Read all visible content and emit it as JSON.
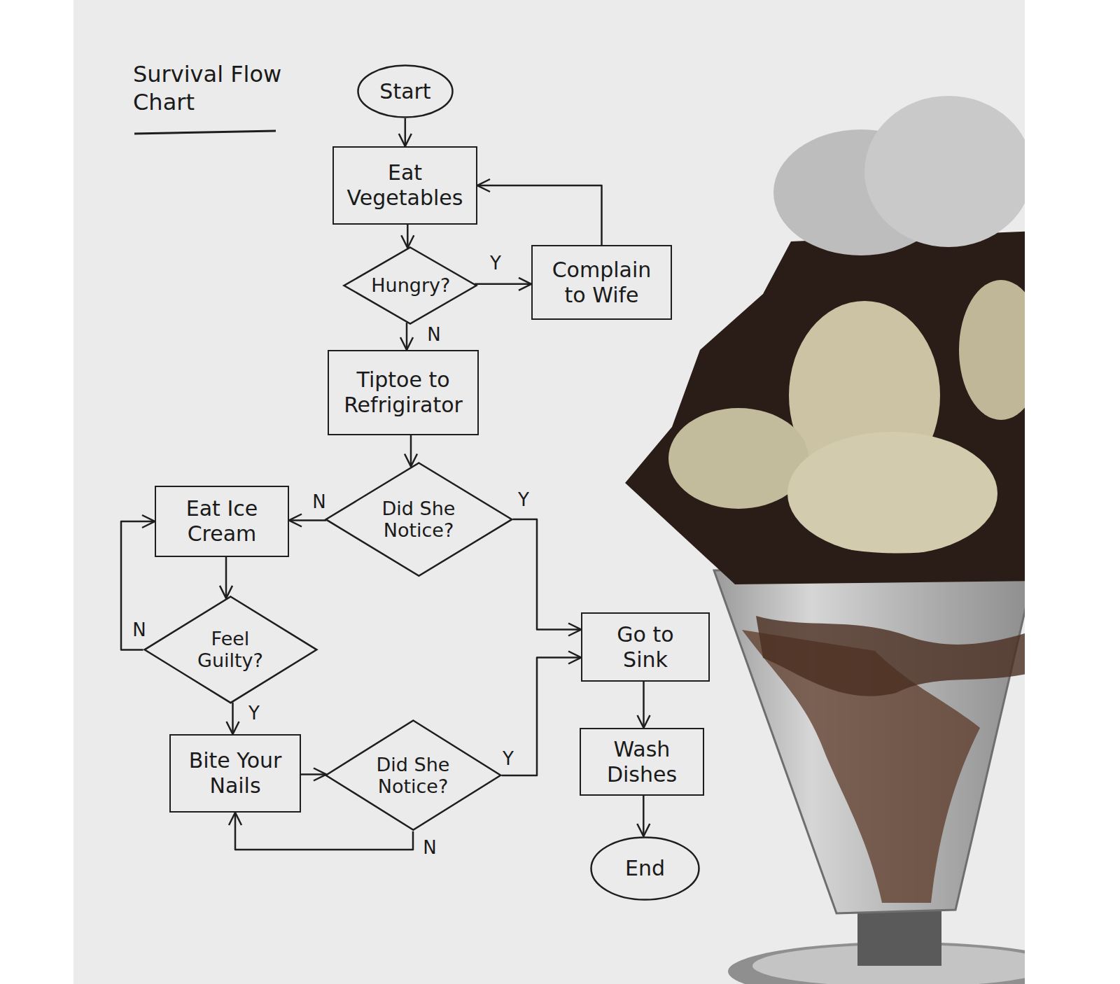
{
  "diagram": {
    "title": "Survival Flow Chart",
    "nodes": [
      {
        "text": [
          "Start"
        ]
      },
      {
        "text": [
          "Eat Vegetables"
        ]
      },
      {
        "text": [
          "Hungry?"
        ]
      },
      {
        "text": [
          "Complain to Wife"
        ]
      },
      {
        "text": [
          "Tiptoe to Refrigirator"
        ]
      },
      {
        "text": [
          "Eat Ice Cream"
        ]
      },
      {
        "text": [
          "Did She Notice?"
        ]
      },
      {
        "text": [
          "Feel Guilty?"
        ]
      },
      {
        "text": [
          "Go to Sink"
        ]
      },
      {
        "text": [
          "Bite Your Nails"
        ]
      },
      {
        "text": [
          "Did She Notice?"
        ]
      },
      {
        "text": [
          "Wash Dishes"
        ]
      },
      {
        "text": [
          "End"
        ]
      }
    ],
    "edges": [
      {
        "from": 0,
        "to": 1,
        "arrow": "to"
      },
      {
        "from": 1,
        "to": 2,
        "arrow": "to"
      },
      {
        "from": 2,
        "to": 3,
        "label": "Y",
        "arrow": "to"
      },
      {
        "from": 3,
        "to": 1,
        "arrow": "to"
      },
      {
        "from": 2,
        "to": 4,
        "label": "N",
        "arrow": "to"
      },
      {
        "from": 4,
        "to": 6,
        "arrow": "to"
      },
      {
        "from": 6,
        "to": 5,
        "label": "N",
        "arrow": "to"
      },
      {
        "from": 6,
        "to": 8,
        "label": "Y",
        "arrow": "to"
      },
      {
        "from": 5,
        "to": 7,
        "arrow": "to"
      },
      {
        "from": 7,
        "to": 5,
        "label": "N",
        "arrow": "to"
      },
      {
        "from": 7,
        "to": 9,
        "label": "Y",
        "arrow": "to"
      },
      {
        "from": 9,
        "to": 10,
        "arrow": "to"
      },
      {
        "from": 10,
        "to": 8,
        "label": "Y",
        "arrow": "to"
      },
      {
        "from": 10,
        "to": 9,
        "label": "N",
        "arrow": "to"
      },
      {
        "from": 8,
        "to": 11,
        "arrow": "to"
      },
      {
        "from": 11,
        "to": 12,
        "arrow": "to"
      }
    ]
  }
}
